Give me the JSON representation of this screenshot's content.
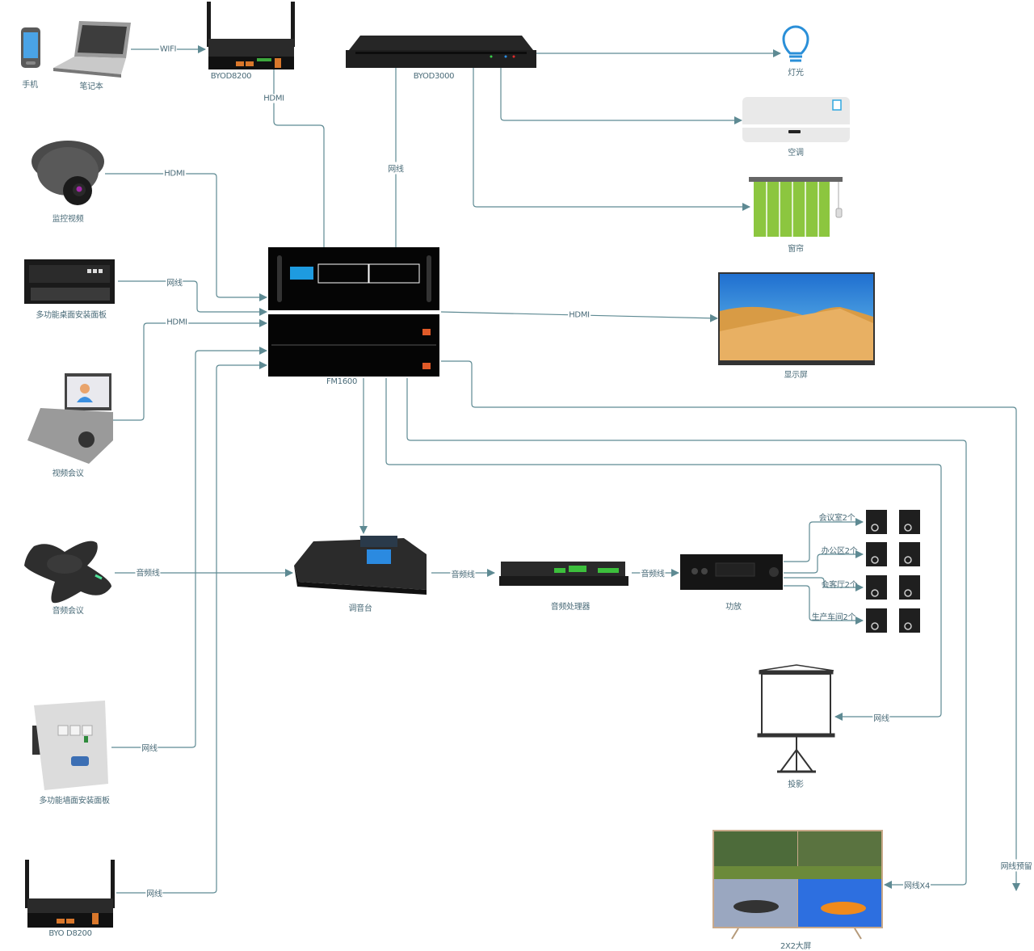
{
  "diagram": {
    "nodes": {
      "phone": {
        "label": "手机",
        "icon": "mobile-phone-icon"
      },
      "laptop": {
        "label": "笔记本",
        "icon": "laptop-icon"
      },
      "byod_top": {
        "label": "BYOD8200",
        "icon": "wireless-router-icon"
      },
      "byod3000": {
        "label": "BYOD3000",
        "icon": "rack-controller-icon"
      },
      "light": {
        "label": "灯光",
        "icon": "lightbulb-icon"
      },
      "ac": {
        "label": "空调",
        "icon": "air-conditioner-icon"
      },
      "curtain": {
        "label": "窗帘",
        "icon": "curtain-icon"
      },
      "camera": {
        "label": "监控视频",
        "icon": "dome-camera-icon"
      },
      "desk_panel": {
        "label": "多功能桌面安装面板",
        "icon": "desktop-panel-icon"
      },
      "matrix": {
        "label": "FM1600",
        "icon": "matrix-switcher-icon"
      },
      "display": {
        "label": "显示屏",
        "icon": "display-icon"
      },
      "video_conf": {
        "label": "视频会议",
        "icon": "video-conference-terminal-icon"
      },
      "audio_conf": {
        "label": "音频会议",
        "icon": "conference-speakerphone-icon"
      },
      "mixer": {
        "label": "调音台",
        "icon": "mixing-console-icon"
      },
      "dsp": {
        "label": "音频处理器",
        "icon": "audio-processor-icon"
      },
      "amp": {
        "label": "功放",
        "icon": "amplifier-icon"
      },
      "speakers": [
        {
          "label": "会议室2个",
          "icon": "speaker-icon"
        },
        {
          "label": "办公区2个",
          "icon": "speaker-icon"
        },
        {
          "label": "会客厅2个",
          "icon": "speaker-icon"
        },
        {
          "label": "生产车间2个",
          "icon": "speaker-icon"
        }
      ],
      "projector": {
        "label": "投影",
        "icon": "projector-screen-icon"
      },
      "wall_panel": {
        "label": "多功能墙面安装面板",
        "icon": "wall-panel-icon"
      },
      "byod_bottom": {
        "label": "BYO D8200",
        "icon": "wireless-router-icon"
      },
      "videowall": {
        "label": "2X2大屏",
        "icon": "video-wall-icon"
      },
      "reserve": {
        "label": "网线预留"
      }
    },
    "edges": {
      "wifi": "WIFI",
      "hdmi_byod": "HDMI",
      "net_byod3000": "网线",
      "hdmi_camera": "HDMI",
      "net_desk": "网线",
      "hdmi_vc": "HDMI",
      "hdmi_display": "HDMI",
      "audio_conf": "音频线",
      "audio_mixer_dsp": "音频线",
      "audio_dsp_amp": "音频线",
      "net_projector": "网线",
      "net_wall": "网线",
      "net_byod_bottom": "网线",
      "net_videowall": "网线X4"
    },
    "colors": {
      "line": "#5e8a93",
      "label": "#4a6b78",
      "device_dark": "#1c1c1c",
      "bulb": "#2a8fd8",
      "curtain": "#8cc63f",
      "screen_blue": "#1e9be0"
    }
  }
}
